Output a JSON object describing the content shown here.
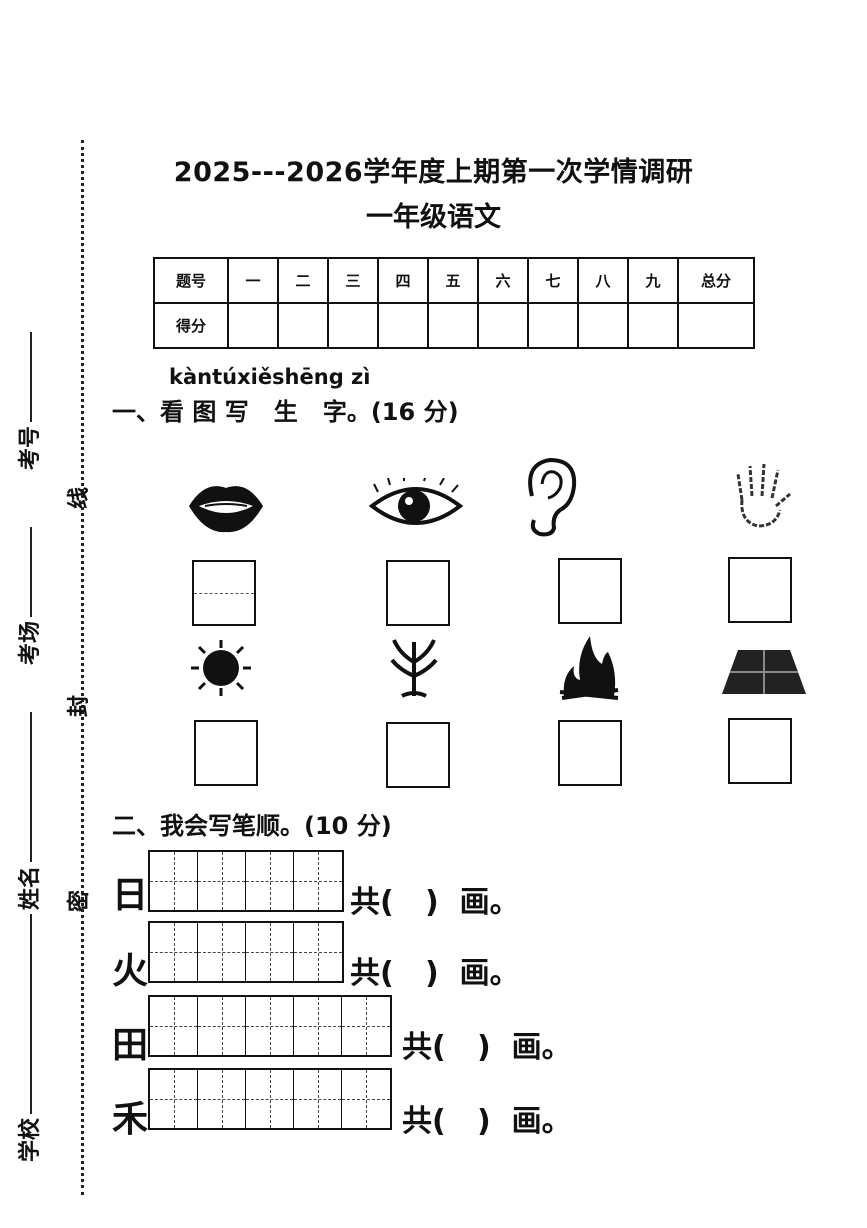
{
  "title": "2025---2026学年度上期第一次学情调研",
  "subtitle": "一年级语文",
  "side": {
    "labels": [
      "考号",
      "考场",
      "姓名",
      "学校"
    ],
    "seal": [
      "线",
      "封",
      "密"
    ]
  },
  "score_table": {
    "row1_header": "题号",
    "columns": [
      "一",
      "二",
      "三",
      "四",
      "五",
      "六",
      "七",
      "八",
      "九",
      "总分"
    ],
    "row2_header": "得分"
  },
  "section1": {
    "pinyin": "kàntúxiěshēng zì",
    "title": "一、看 图 写   生   字。(16 分)",
    "pictures": [
      "mouth-icon",
      "eye-icon",
      "ear-icon",
      "hand-icon",
      "sun-icon",
      "plant-icon",
      "fire-icon",
      "field-icon"
    ]
  },
  "section2": {
    "title": "二、我会写笔顺。(10 分)",
    "rows": [
      {
        "char": "日",
        "tail": "共(   )  画。"
      },
      {
        "char": "火",
        "tail": "共(   )  画。"
      },
      {
        "char": "田",
        "tail": "共(   )  画。"
      },
      {
        "char": "禾",
        "tail": "共(   )  画。"
      }
    ]
  }
}
